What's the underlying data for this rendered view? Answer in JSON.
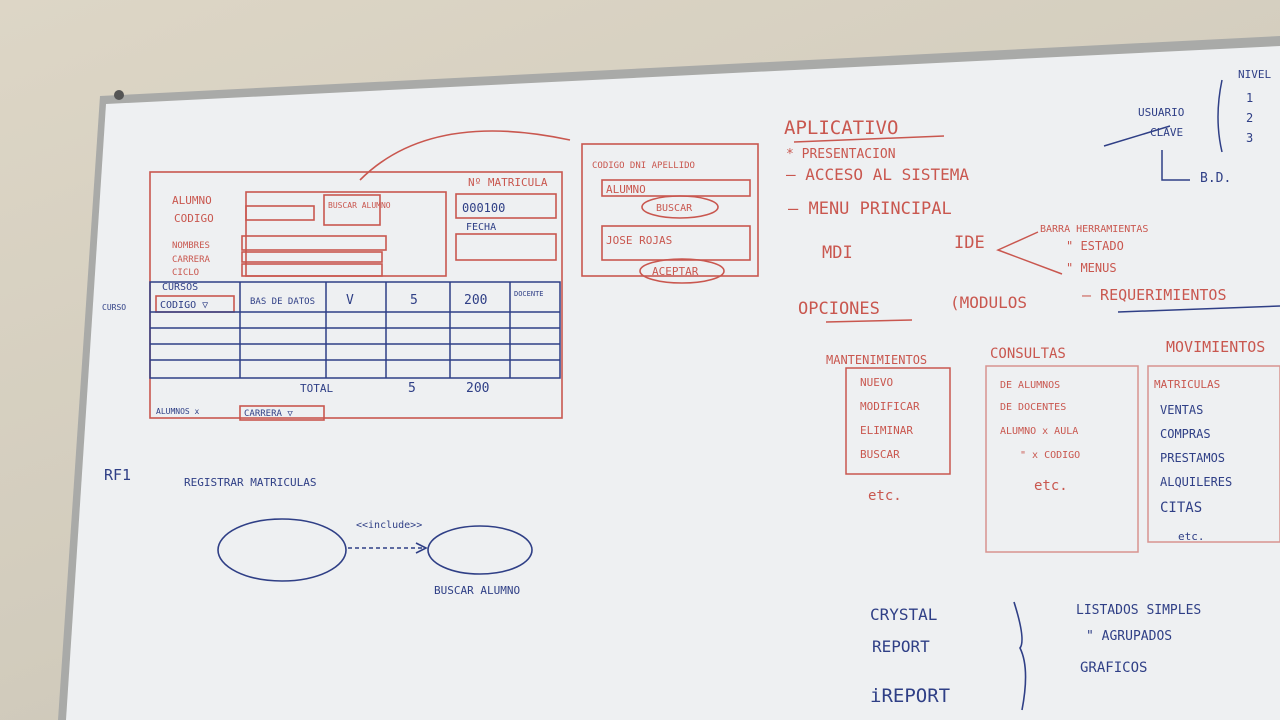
{
  "colors": {
    "wall": "#d6d0c1",
    "board": "#eef0f2",
    "frame": "#a9aaa8",
    "red_marker": "#c9574f",
    "blue_marker": "#2f3f86"
  },
  "sketch_form": {
    "matricula_label": "Nº MATRICULA",
    "matricula_value": "000100",
    "alumno_label": "ALUMNO",
    "codigo_label": "CODIGO",
    "buscar_alumno_btn": "BUSCAR ALUMNO",
    "nombres_label": "NOMBRES",
    "carrera_label": "CARRERA",
    "ciclo_label": "CICLO",
    "fecha_label": "FECHA",
    "cursos_label": "CURSOS",
    "codigo_combo": "CODIGO ▽",
    "side_label": "CURSO",
    "table_cells": [
      "BAS DE DATOS",
      "V",
      "5",
      "200",
      "DOCENTE"
    ],
    "total_label": "TOTAL",
    "total_credits": "5",
    "total_amount": "200",
    "bottom_label": "ALUMNOS x",
    "bottom_combo": "CARRERA ▽"
  },
  "search_dialog": {
    "radio_label": "CODIGO  DNI  APELLIDO",
    "field_value": "ALUMNO",
    "buscar_btn": "BUSCAR",
    "result": "JOSE ROJAS",
    "aceptar_btn": "ACEPTAR"
  },
  "app_notes": {
    "title": "APLICATIVO",
    "bullet1": "* PRESENTACION",
    "bullet2": "— ACCESO AL SISTEMA",
    "usuario": "USUARIO",
    "clave": "CLAVE",
    "bd": "B.D.",
    "nivel": "NIVEL",
    "levels": [
      "1",
      "2",
      "3"
    ],
    "menu": "— MENU PRINCIPAL",
    "mdi": "MDI",
    "ide": "IDE",
    "barra": "BARRA HERRAMIENTAS",
    "estado": "\"  ESTADO",
    "menus": "\"  MENUS",
    "opciones": "OPCIONES",
    "modulos": "(MODULOS",
    "requerimientos": "— REQUERIMIENTOS",
    "mantenimientos_title": "MANTENIMIENTOS",
    "mantenimientos": [
      "NUEVO",
      "MODIFICAR",
      "ELIMINAR",
      "BUSCAR"
    ],
    "consultas_title": "CONSULTAS",
    "consultas": [
      "DE ALUMNOS",
      "DE DOCENTES",
      "ALUMNO x AULA",
      "\" x CODIGO"
    ],
    "movimientos_title": "MOVIMIENTOS",
    "movimientos": [
      "MATRICULAS",
      "VENTAS",
      "COMPRAS",
      "PRESTAMOS",
      "ALQUILERES",
      "CITAS",
      "etc."
    ],
    "etc": "etc."
  },
  "use_case": {
    "id": "RF1",
    "title": "REGISTRAR MATRICULAS",
    "relation": "<<include>>",
    "target": "BUSCAR ALUMNO"
  },
  "reports": {
    "crystal": "CRYSTAL",
    "report": "REPORT",
    "ireport": "iREPORT",
    "listados": "LISTADOS SIMPLES",
    "agrupados": "\"  AGRUPADOS",
    "graficos": "GRAFICOS"
  }
}
